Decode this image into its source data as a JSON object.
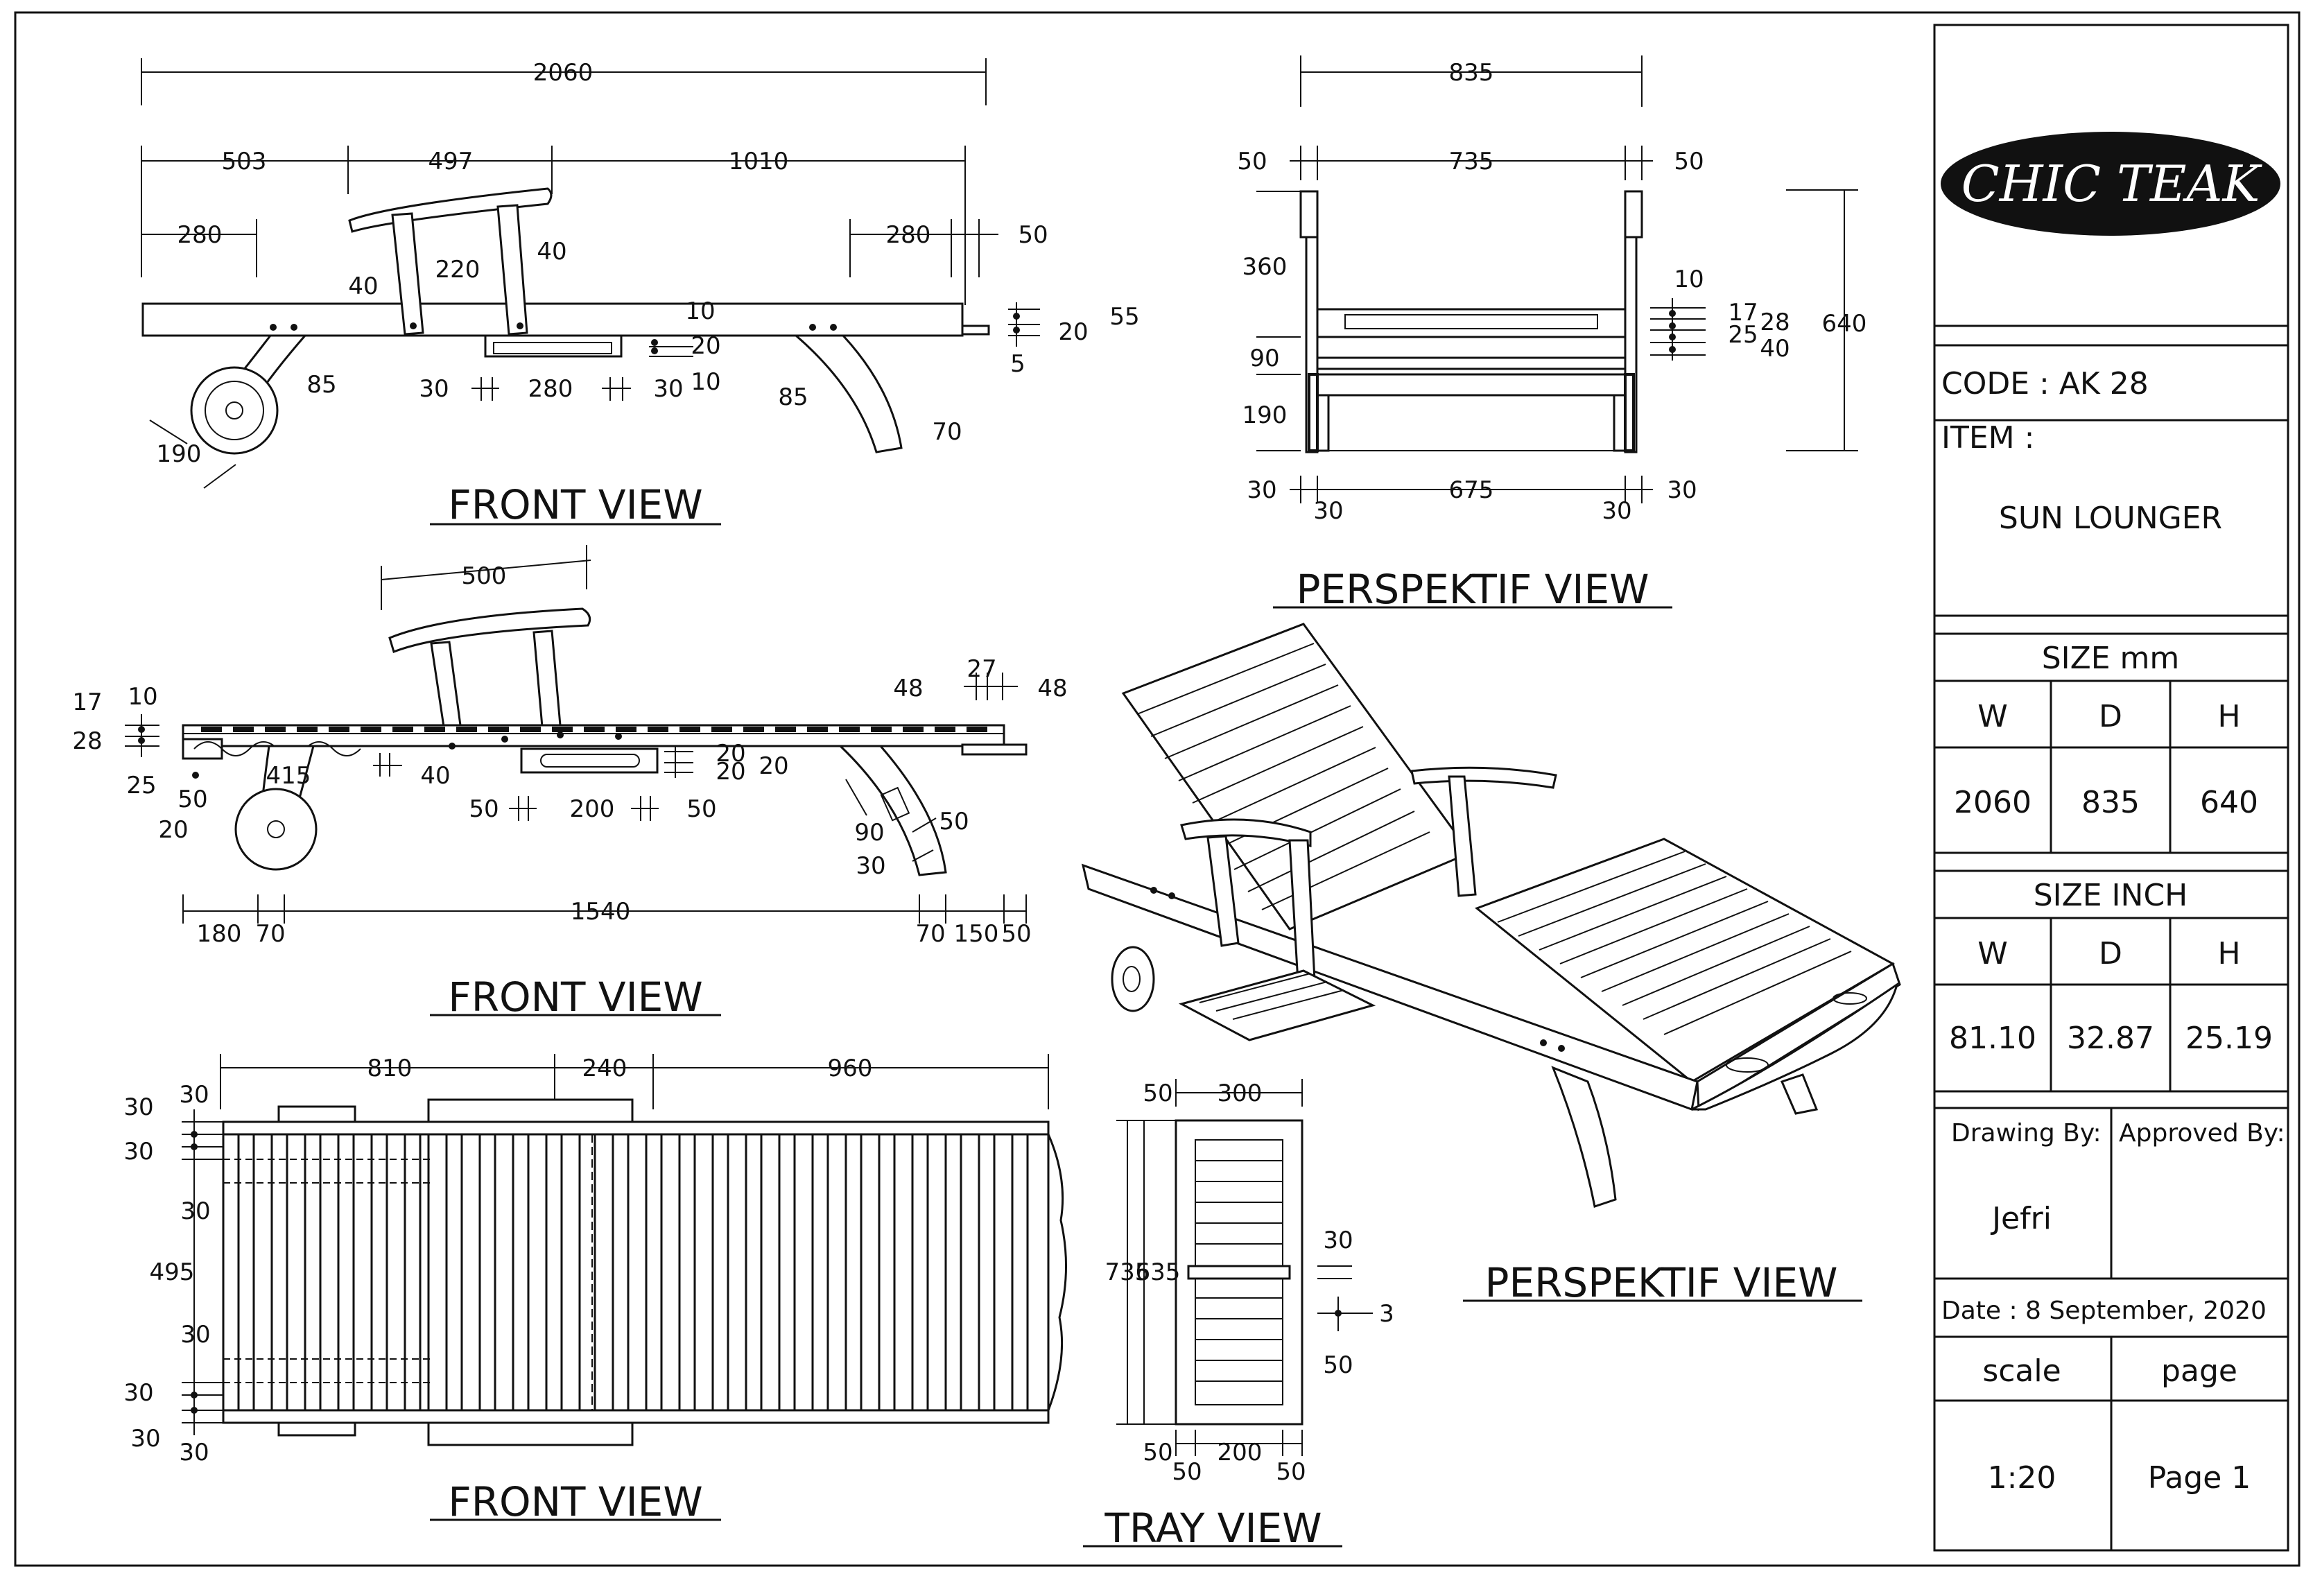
{
  "title_block": {
    "logo": "CHIC TEAK",
    "code": "CODE : AK 28",
    "item_label": "ITEM :",
    "item_name": "SUN LOUNGER",
    "size_mm_label": "SIZE mm",
    "size_inch_label": "SIZE INCH",
    "col_w": "W",
    "col_d": "D",
    "col_h": "H",
    "mm": {
      "w": "2060",
      "d": "835",
      "h": "640"
    },
    "inch": {
      "w": "81.10",
      "d": "32.87",
      "h": "25.19"
    },
    "drawing_by_label": "Drawing By:",
    "approved_by_label": "Approved By:",
    "drawing_by": "Jefri",
    "date": "Date : 8 September, 2020",
    "scale_label": "scale",
    "page_label": "page",
    "scale": "1:20",
    "page": "Page 1"
  },
  "view_titles": {
    "front_1": "FRONT VIEW",
    "front_2": "FRONT VIEW",
    "front_3": "FRONT VIEW",
    "perspektif_1": "PERSPEKTIF VIEW",
    "perspektif_2": "PERSPEKTIF VIEW",
    "tray": "TRAY VIEW"
  },
  "dims": {
    "v1_total": "2060",
    "v1_a": "503",
    "v1_b": "497",
    "v1_c": "1010",
    "v1_280a": "280",
    "v1_280b": "280",
    "v1_50": "50",
    "v1_40a": "40",
    "v1_220": "220",
    "v1_40b": "40",
    "v1_10a": "10",
    "v1_20a": "20",
    "v1_10b": "10",
    "v1_55": "55",
    "v1_20b": "20",
    "v1_5": "5",
    "v1_85a": "85",
    "v1_85b": "85",
    "v1_190": "190",
    "v1_70": "70",
    "v1_30a": "30",
    "v1_280c": "280",
    "v1_30b": "30",
    "p1_835": "835",
    "p1_50a": "50",
    "p1_735": "735",
    "p1_50b": "50",
    "p1_360": "360",
    "p1_90": "90",
    "p1_190": "190",
    "p1_10": "10",
    "p1_17": "17",
    "p1_28": "28",
    "p1_25": "25",
    "p1_40": "40",
    "p1_640": "640",
    "p1_30a": "30",
    "p1_30b": "30",
    "p1_675": "675",
    "p1_30c": "30",
    "p1_30d": "30",
    "v2_500": "500",
    "v2_17": "17",
    "v2_10": "10",
    "v2_28": "28",
    "v2_25": "25",
    "v2_50a": "50",
    "v2_20a": "20",
    "v2_415": "415",
    "v2_40": "40",
    "v2_50b": "50",
    "v2_200": "200",
    "v2_50c": "50",
    "v2_20b": "20",
    "v2_20c": "20",
    "v2_20d": "20",
    "v2_48a": "48",
    "v2_27": "27",
    "v2_48b": "48",
    "v2_90": "90",
    "v2_50d": "50",
    "v2_30": "30",
    "v2_180": "180",
    "v2_70a": "70",
    "v2_1540": "1540",
    "v2_70b": "70",
    "v2_150": "150",
    "v2_50e": "50",
    "v3_810": "810",
    "v3_240": "240",
    "v3_960": "960",
    "v3_30a": "30",
    "v3_30b": "30",
    "v3_30c": "30",
    "v3_30d": "30",
    "v3_495": "495",
    "v3_30e": "30",
    "v3_30f": "30",
    "v3_30g": "30",
    "v3_30h": "30",
    "t_50a": "50",
    "t_300": "300",
    "t_735": "735",
    "t_635": "635",
    "t_30": "30",
    "t_3": "3",
    "t_50b": "50",
    "t_50c": "50",
    "t_200": "200",
    "t_50d": "50",
    "t_50e": "50"
  }
}
